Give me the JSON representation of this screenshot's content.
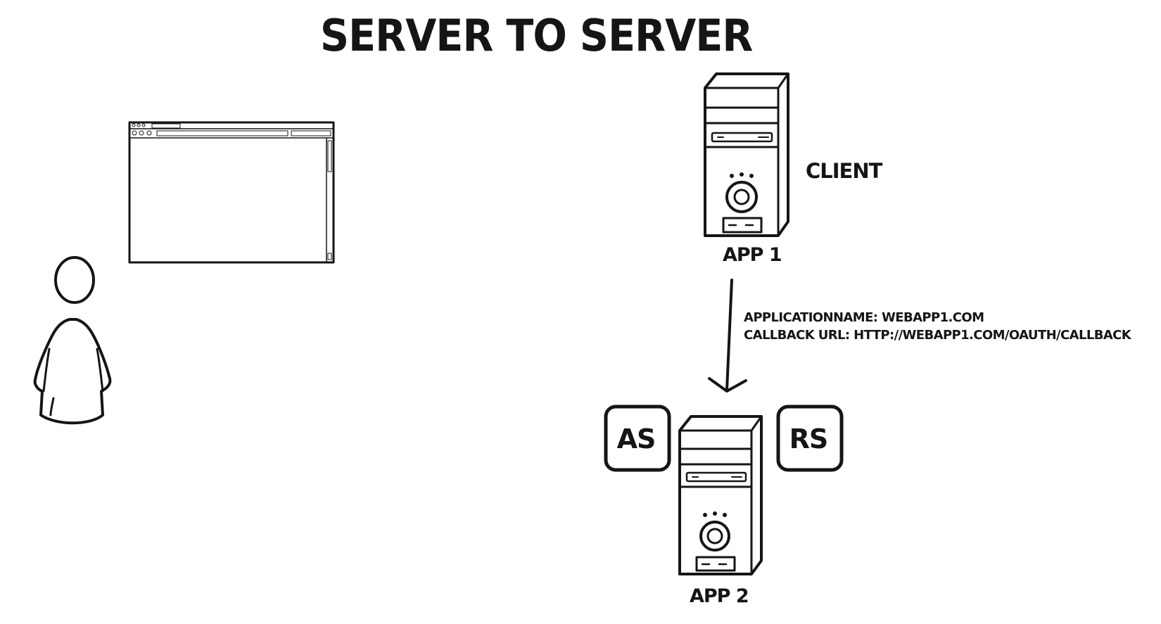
{
  "title": "SERVER TO SERVER",
  "client": {
    "role_label": "CLIENT",
    "name": "APP 1"
  },
  "registration": {
    "application_name_line": "APPLICATIONNAME:  WEBAPP1.COM",
    "callback_url_line": "CALLBACK URL:  HTTP://WEBAPP1.COM/OAUTH/CALLBACK"
  },
  "app2": {
    "name": "APP 2",
    "left_box": "AS",
    "right_box": "RS"
  },
  "icons": [
    "browser-window-icon",
    "user-icon",
    "server-icon",
    "arrow-down-icon"
  ],
  "colors": {
    "ink": "#151515",
    "background": "#ffffff"
  }
}
